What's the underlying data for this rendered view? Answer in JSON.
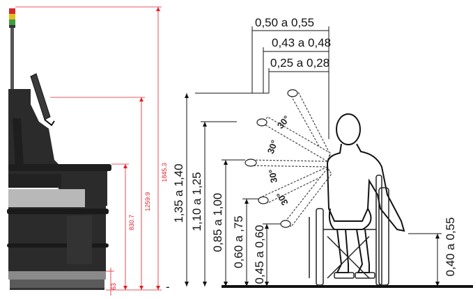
{
  "colors": {
    "dimension_red": "#e0202a",
    "machine_body": "#2b2b2b",
    "machine_panel": "#b8b8b8",
    "machine_base": "#8a8a8a",
    "tower_light_red": "#d42a2a",
    "tower_light_green": "#3aa040",
    "tower_light_yellow": "#e0c020",
    "line_black": "#111111"
  },
  "machine_dims": {
    "total_height": "1845.3",
    "screen_height": "1259.9",
    "counter_height": "830.7",
    "base_height": "63"
  },
  "reach_dims": {
    "horizontal": [
      "0,50 a 0,55",
      "0,43 a 0,48",
      "0,25 a 0,28"
    ],
    "vertical": [
      "1,35 a 1,40",
      "1,10 a 1,25",
      "0,85 a 1,00",
      "0,60 a ,75",
      "0,45 a 0,60"
    ],
    "knee_height": "0,40 a 0,55",
    "angles": [
      "30°",
      "30°",
      "30°",
      "30°"
    ],
    "ground_mark": "-"
  }
}
